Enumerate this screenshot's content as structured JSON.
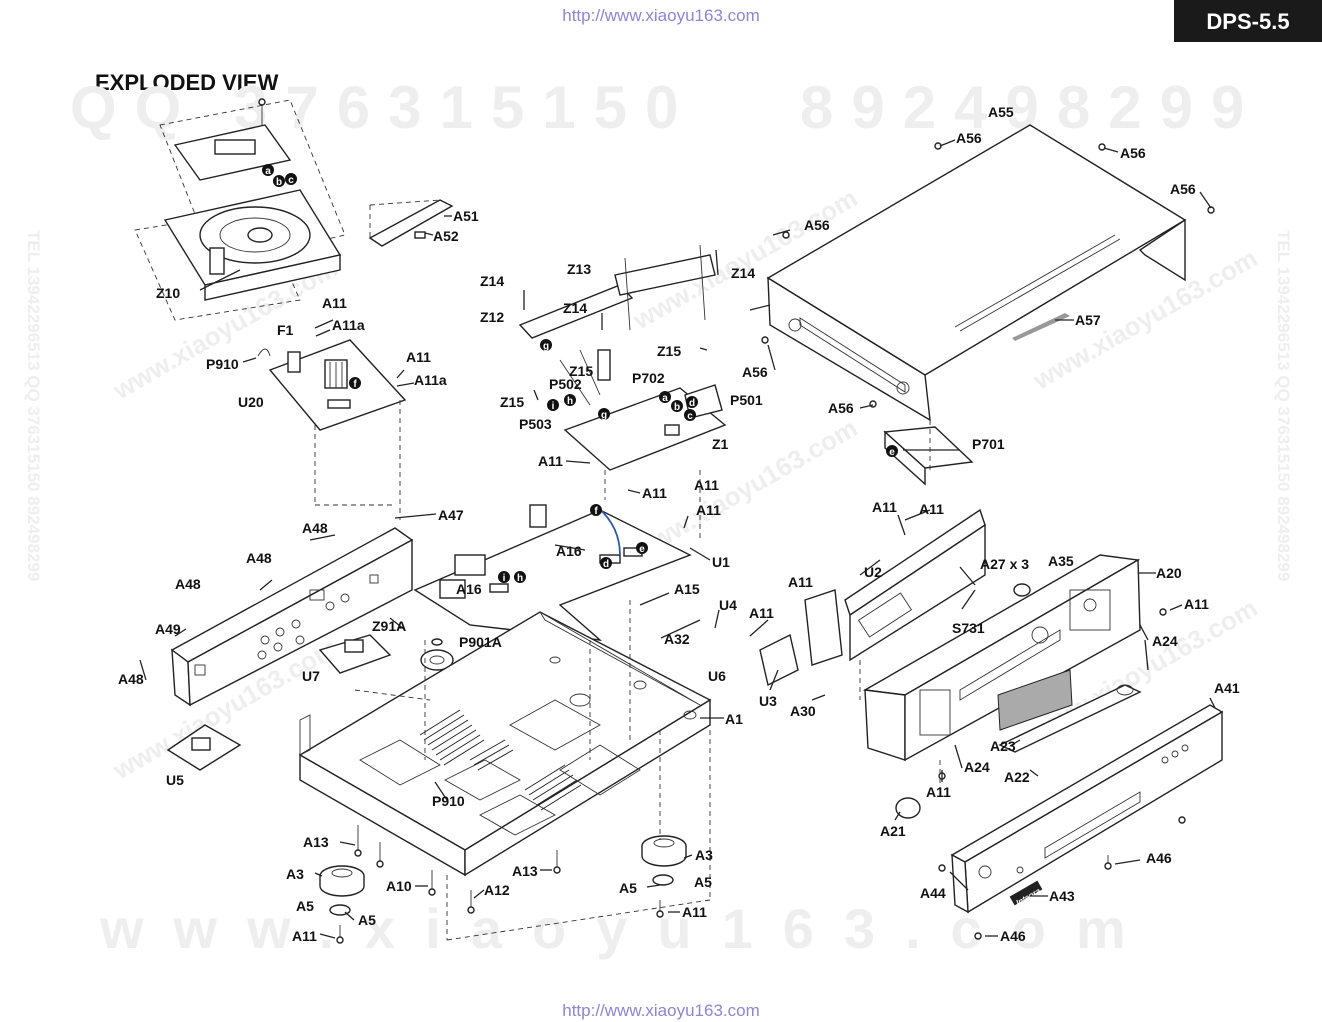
{
  "header": {
    "url_top": "http://www.xiaoyu163.com",
    "url_bottom": "http://www.xiaoyu163.com",
    "model": "DPS-5.5",
    "title": "EXPLODED VIEW"
  },
  "watermarks": {
    "qq_left": "QQ 376315150",
    "qq_right": "892498299",
    "tel_line": "TEL 13942296513  QQ 376315150  892498299",
    "bottom": "www.xiaoyu163.com",
    "stamp": "www.xiaoyu163.com"
  },
  "callouts": [
    {
      "id": "a",
      "label": "a"
    },
    {
      "id": "b",
      "label": "b"
    },
    {
      "id": "c",
      "label": "c"
    },
    {
      "id": "d",
      "label": "d"
    },
    {
      "id": "e",
      "label": "e"
    },
    {
      "id": "f",
      "label": "f"
    },
    {
      "id": "g",
      "label": "g"
    },
    {
      "id": "h",
      "label": "h"
    },
    {
      "id": "i",
      "label": "i"
    }
  ],
  "parts": {
    "Z10": "Z10",
    "A51": "A51",
    "A52": "A52",
    "F1": "F1",
    "A11": "A11",
    "A11a": "A11a",
    "P910": "P910",
    "U20": "U20",
    "Z13": "Z13",
    "Z14": "Z14",
    "Z12": "Z12",
    "Z15": "Z15",
    "P502": "P502",
    "P702": "P702",
    "P501": "P501",
    "P503": "P503",
    "Z1": "Z1",
    "A55": "A55",
    "A56": "A56",
    "A57": "A57",
    "P701": "P701",
    "A47": "A47",
    "A48": "A48",
    "A49": "A49",
    "A16": "A16",
    "U1": "U1",
    "U2": "U2",
    "A27x3": "A27 x 3",
    "A35": "A35",
    "A20": "A20",
    "S731": "S731",
    "A24": "A24",
    "A15": "A15",
    "U4": "U4",
    "A32": "A32",
    "Z91A": "Z91A",
    "P901A": "P901A",
    "U7": "U7",
    "U6": "U6",
    "U3": "U3",
    "A30": "A30",
    "A41": "A41",
    "A1": "A1",
    "A23": "A23",
    "A22": "A22",
    "U5": "U5",
    "A21": "A21",
    "A13": "A13",
    "A3": "A3",
    "A46": "A46",
    "A10": "A10",
    "A12": "A12",
    "A5": "A5",
    "A44": "A44",
    "A43": "A43",
    "brand": "Integra"
  }
}
